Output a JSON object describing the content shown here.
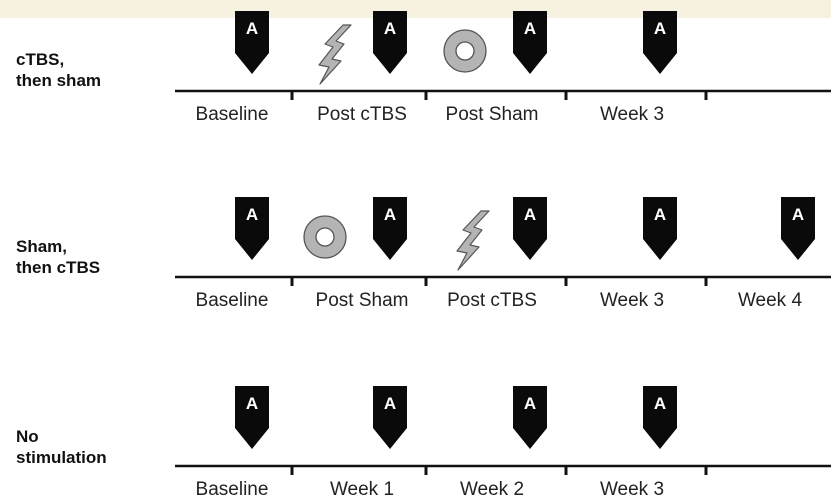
{
  "groups": [
    {
      "label": "cTBS,\nthen sham",
      "timepoints": [
        "Baseline",
        "Post cTBS",
        "Post Sham",
        "Week 3"
      ],
      "assessment_count": 4,
      "interventions": [
        "cTBS",
        "Sham"
      ]
    },
    {
      "label": "Sham,\nthen cTBS",
      "timepoints": [
        "Baseline",
        "Post Sham",
        "Post cTBS",
        "Week 3",
        "Week 4"
      ],
      "assessment_count": 5,
      "interventions": [
        "Sham",
        "cTBS"
      ]
    },
    {
      "label": "No\nstimulation",
      "timepoints": [
        "Baseline",
        "Week 1",
        "Week 2",
        "Week 3"
      ],
      "assessment_count": 4,
      "interventions": []
    }
  ],
  "assessment_marker": {
    "letter": "A"
  },
  "icons": {
    "cTBS": "lightning-bolt-icon",
    "Sham": "ring-icon"
  },
  "colors": {
    "marker_fill": "#0a0a0a",
    "icon_fill": "#b4b4b4",
    "icon_stroke": "#555555",
    "line": "#111111",
    "top_band": "#f6f1e1"
  }
}
